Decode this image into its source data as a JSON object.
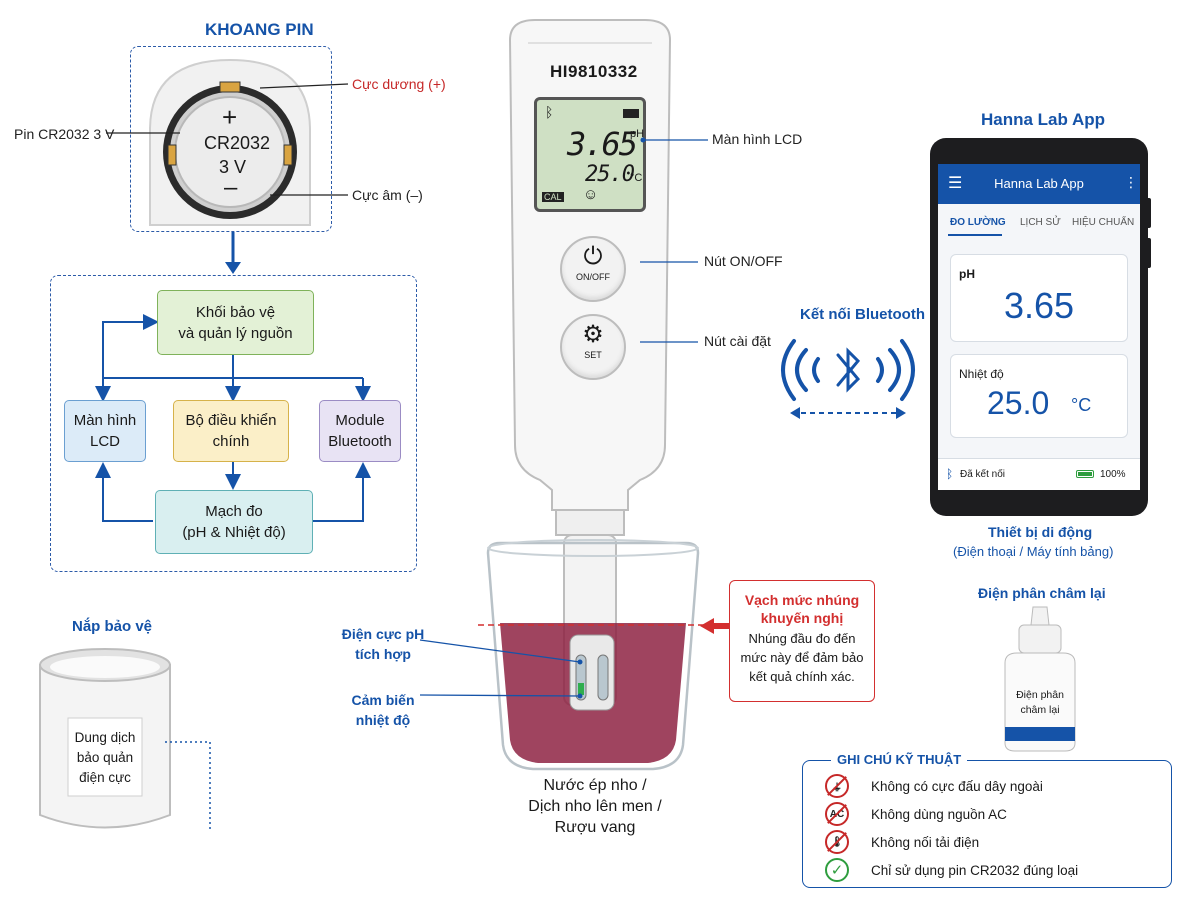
{
  "battery": {
    "title": "KHOANG PIN",
    "cell_plus": "+",
    "cell_model": "CR2032",
    "cell_voltage": "3 V",
    "cell_minus": "–",
    "label_battery": "Pin CR2032 3 V",
    "label_positive": "Cực dương (+)",
    "label_negative": "Cực âm (–)"
  },
  "block_diagram": {
    "power": [
      "Khối bảo vệ",
      "và quản lý nguồn"
    ],
    "lcd": [
      "Màn hình",
      "LCD"
    ],
    "controller": [
      "Bộ điều khiển",
      "chính"
    ],
    "bluetooth": [
      "Module",
      "Bluetooth"
    ],
    "measure": [
      "Mạch đo",
      "(pH & Nhiệt độ)"
    ]
  },
  "cap": {
    "title": "Nắp bảo vệ",
    "label": [
      "Dung dịch",
      "bảo quản",
      "điện cực"
    ]
  },
  "meter": {
    "model": "HI9810332",
    "lcd_ph": "3.65",
    "lcd_ph_unit": "pH",
    "lcd_temp": "25.0",
    "lcd_temp_unit": "°C",
    "lcd_cal": "CAL",
    "lcd_smile": "☺",
    "lcd_bt": "ᛒ",
    "btn_power": "ON/OFF",
    "btn_set": "SET",
    "label_lcd": "Màn hình LCD",
    "label_onoff": "Nút ON/OFF",
    "label_set": "Nút cài đặt",
    "label_ph_electrode": [
      "Điện cực pH",
      "tích hợp"
    ],
    "label_temp_sensor": [
      "Cảm biến",
      "nhiệt độ"
    ],
    "beaker_caption": [
      "Nước ép nho /",
      "Dịch nho lên men /",
      "Rượu vang"
    ]
  },
  "immersion": {
    "title": [
      "Vạch mức nhúng",
      "khuyến nghị"
    ],
    "text": [
      "Nhúng đầu đo đến",
      "mức này để đảm bảo",
      "kết quả chính xác."
    ]
  },
  "bluetooth": {
    "label": "Kết nối Bluetooth",
    "symbol": "ᛒ"
  },
  "app": {
    "title": "Hanna Lab App",
    "header": "Hanna Lab App",
    "tabs": [
      "ĐO LƯỜNG",
      "LỊCH SỬ",
      "HIỆU CHUẨN"
    ],
    "ph_label": "pH",
    "ph_value": "3.65",
    "temp_label": "Nhiệt độ",
    "temp_value": "25.0",
    "temp_unit": "°C",
    "status_connected": "Đã kết nối",
    "battery_pct": "100%",
    "battery_level": 1.0,
    "device_caption": "Thiết bị di động",
    "device_sub": "(Điện thoại / Máy tính bảng)"
  },
  "refill": {
    "title": "Điện phân châm lại",
    "label": [
      "Điện phân",
      "châm lại"
    ]
  },
  "notes": {
    "title": "GHI CHÚ KỸ THUẬT",
    "items": [
      {
        "icon": "no-plug-icon",
        "text": "Không có cực đấu dây ngoài"
      },
      {
        "icon": "no-ac-icon",
        "text": "Không dùng nguồn AC",
        "glyph": "AC"
      },
      {
        "icon": "no-load-icon",
        "text": "Không nối tải điện",
        "glyph": "🌡"
      },
      {
        "icon": "check-icon",
        "text": "Chỉ sử dụng pin CR2032 đúng loại",
        "glyph": "✓"
      }
    ]
  },
  "colors": {
    "accent": "#1553a8",
    "warning": "#d32f2f",
    "wine": "#8e2343",
    "lcd": "#cfe0c4",
    "power_block": "#e3f1d6",
    "lcd_block": "#dcebf8",
    "controller_block": "#fbefc8",
    "bt_block": "#e8e3f4",
    "measure_block": "#d9eff0"
  }
}
